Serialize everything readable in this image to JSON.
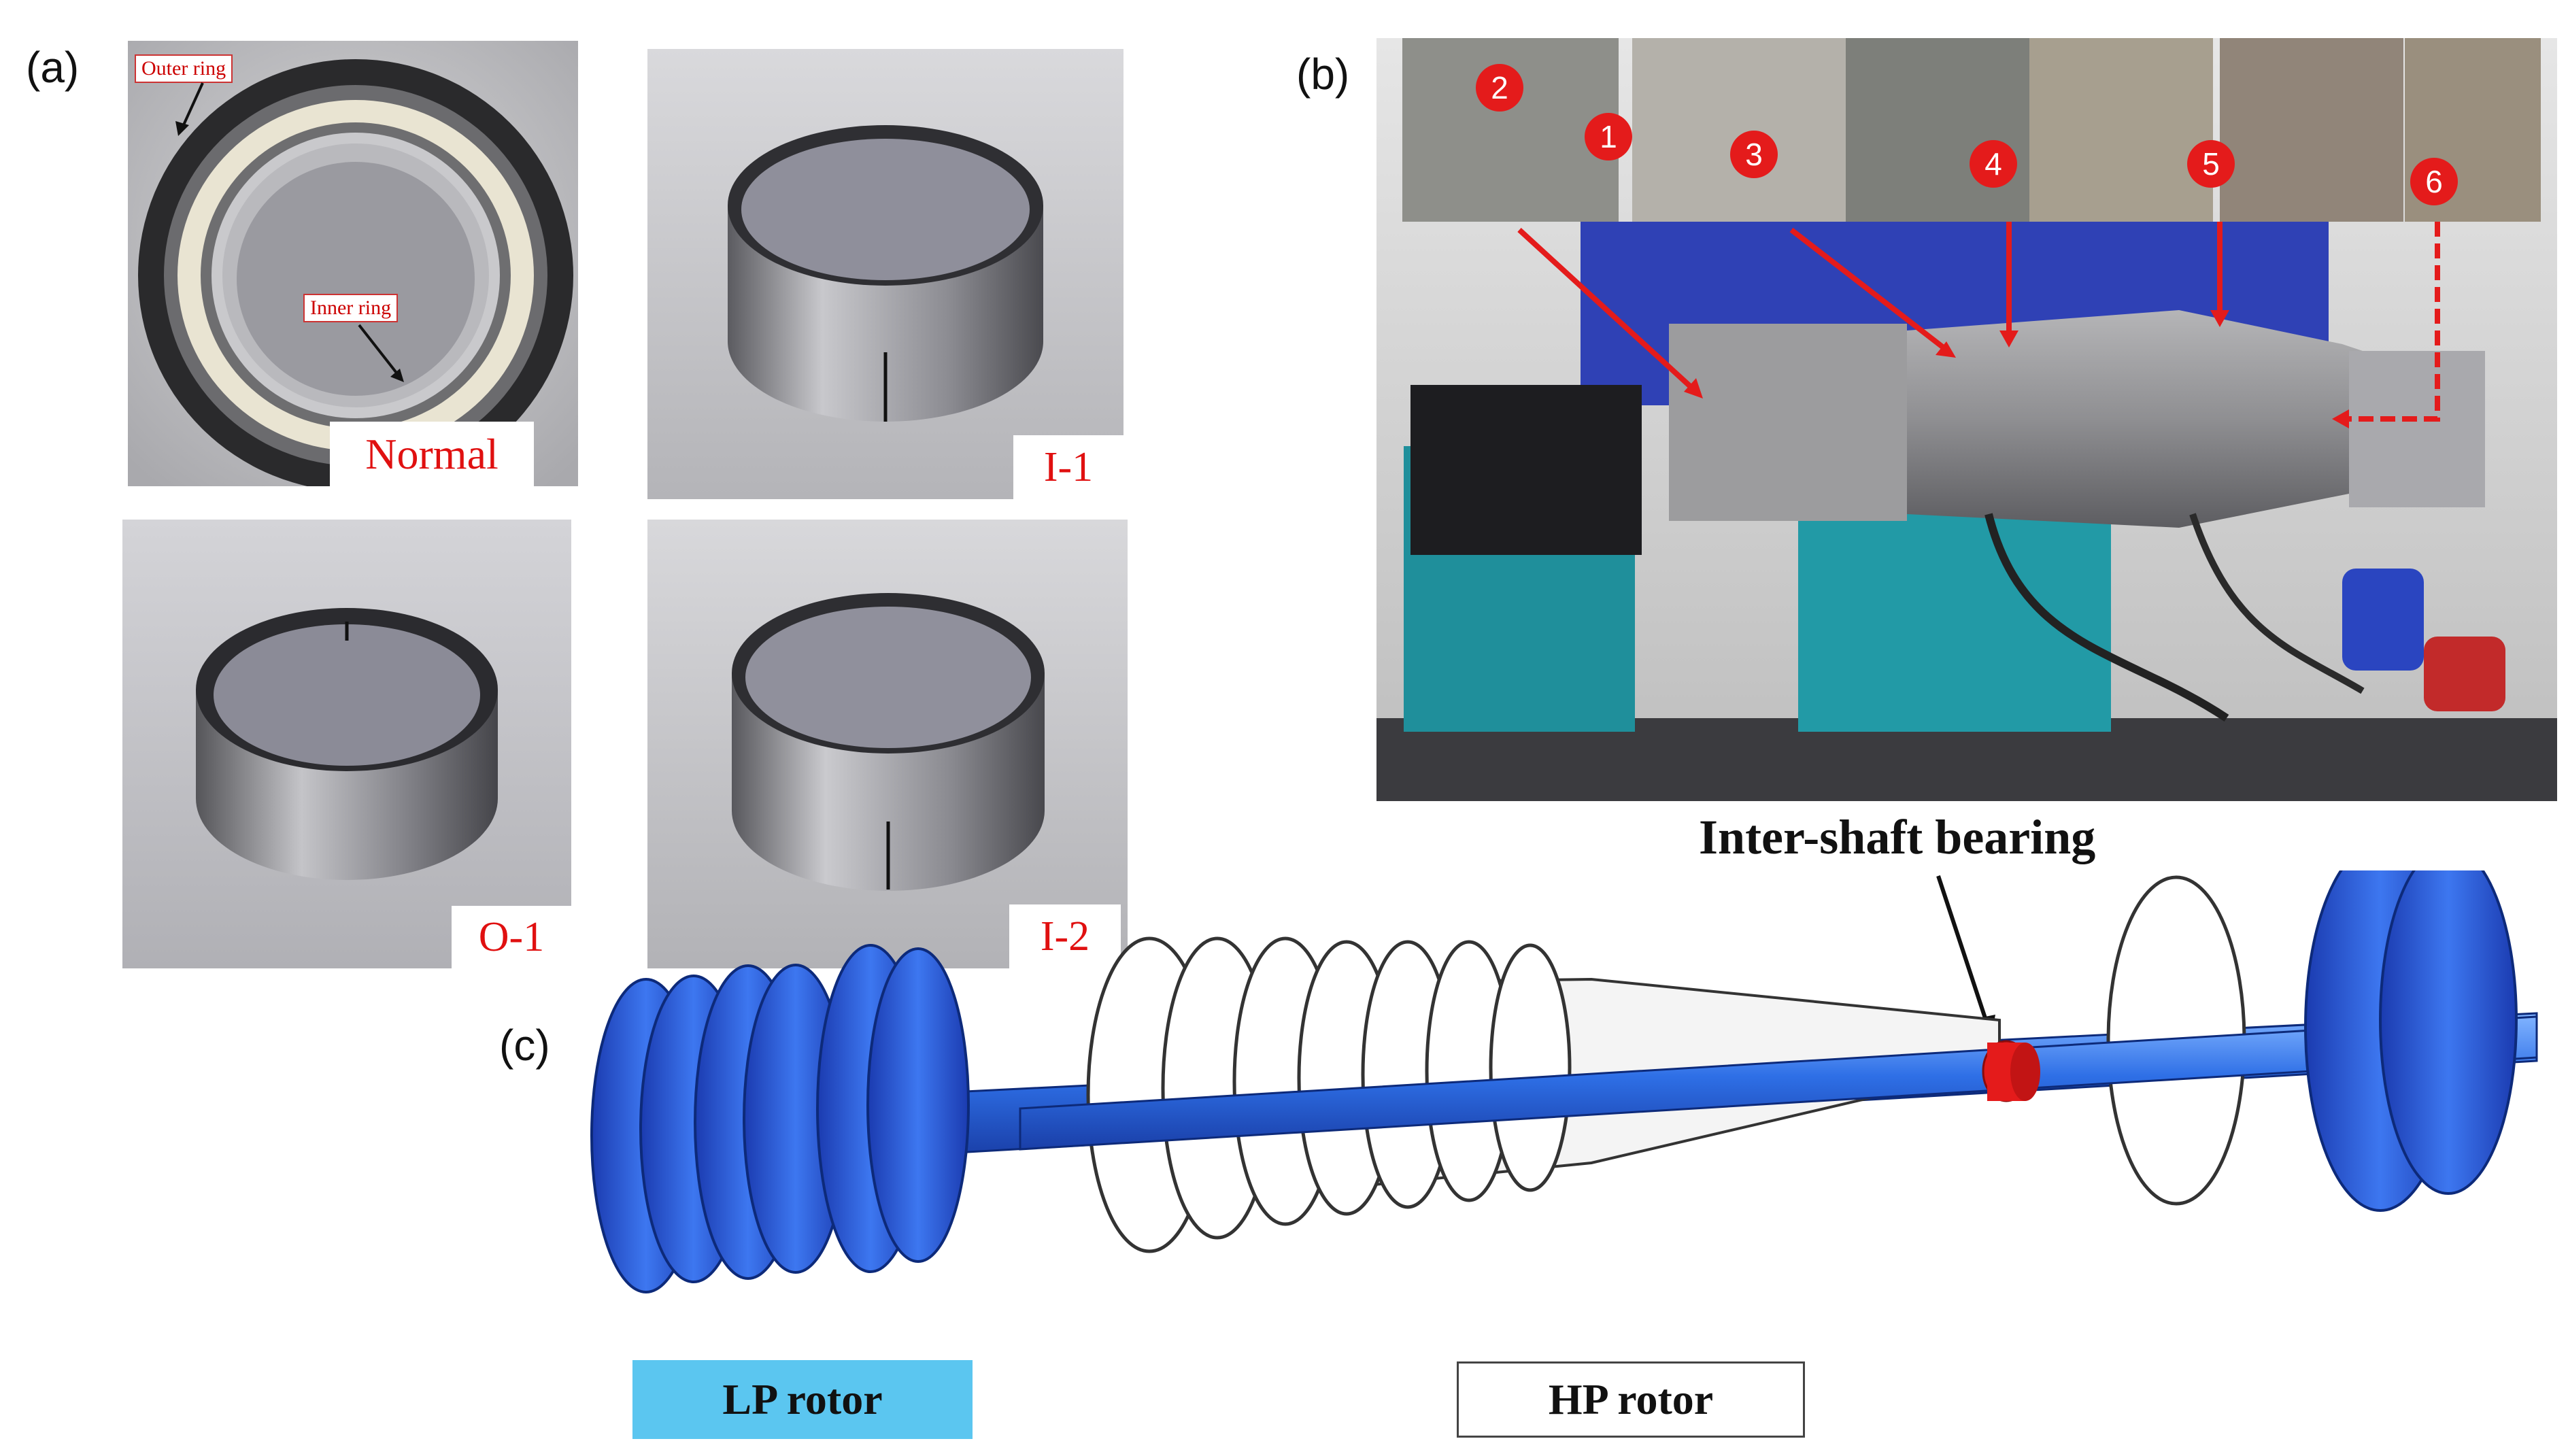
{
  "panels": {
    "a": {
      "letter": "(a)",
      "normal": {
        "tag": "Normal",
        "outer_label": "Outer ring",
        "inner_label": "Inner ring"
      },
      "i1": {
        "tag": "I-1"
      },
      "o1": {
        "tag": "O-1"
      },
      "i2": {
        "tag": "I-2"
      }
    },
    "b": {
      "letter": "(b)",
      "badges": [
        "2",
        "1",
        "3",
        "4",
        "5",
        "6"
      ]
    },
    "c": {
      "letter": "(c)",
      "bearing_label": "Inter-shaft bearing",
      "lp_label": "LP rotor",
      "hp_label": "HP rotor"
    }
  },
  "colors": {
    "tag_text": "#e01010",
    "lp_box": "#5bc6f0",
    "rotor_blue": "#2256d6",
    "bearing_red": "#e41b1b"
  }
}
